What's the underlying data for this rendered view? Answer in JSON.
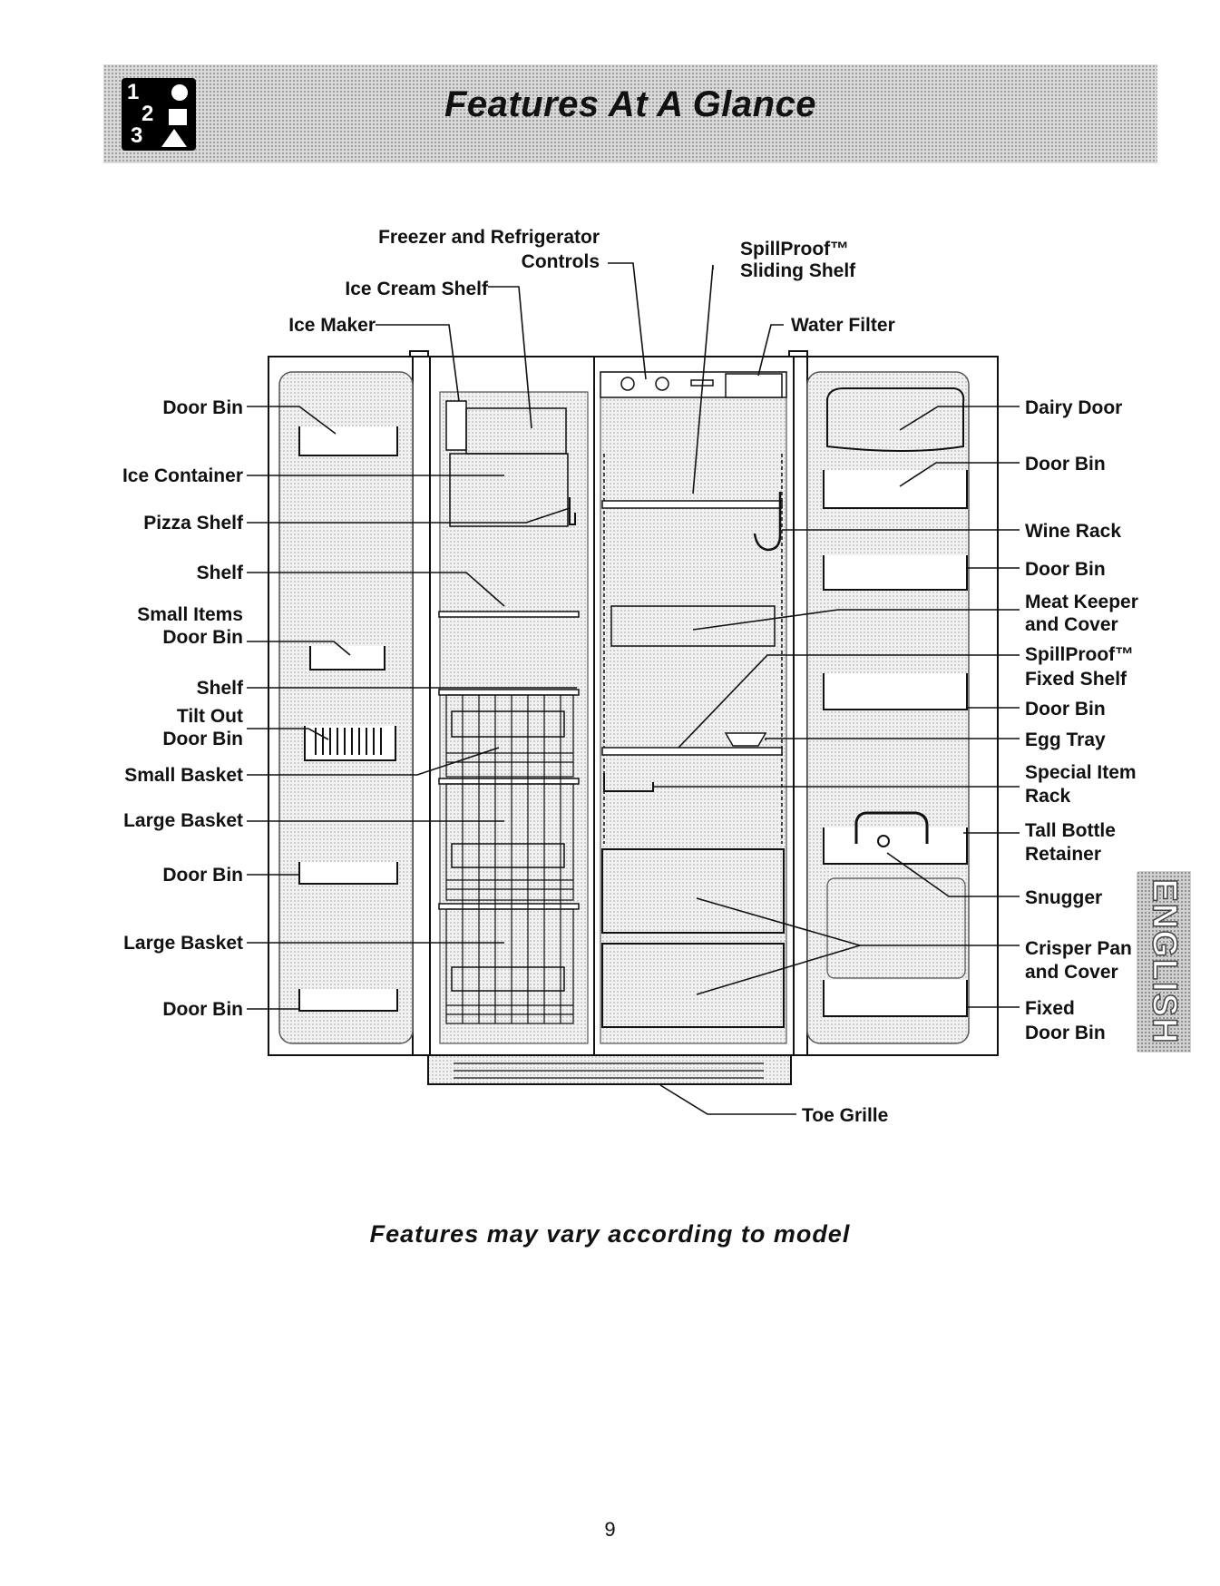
{
  "header": {
    "title": "Features At A Glance",
    "logo": {
      "icon": "steps-123-icon",
      "glyphs": [
        "1",
        "2",
        "3"
      ]
    }
  },
  "labels": {
    "freezer_controls_line1": "Freezer and Refrigerator",
    "freezer_controls_line2": "Controls",
    "spillproof_sliding_line1": "SpillProof™",
    "spillproof_sliding_line2": "Sliding Shelf",
    "ice_cream_shelf": "Ice Cream Shelf",
    "ice_maker": "Ice Maker",
    "water_filter": "Water Filter",
    "left": {
      "door_bin_1": "Door Bin",
      "ice_container": "Ice Container",
      "pizza_shelf": "Pizza Shelf",
      "shelf_1": "Shelf",
      "small_items_line1": "Small Items",
      "small_items_line2": "Door Bin",
      "shelf_2": "Shelf",
      "tilt_out_line1": "Tilt Out",
      "tilt_out_line2": "Door Bin",
      "small_basket": "Small Basket",
      "large_basket_1": "Large Basket",
      "door_bin_2": "Door Bin",
      "large_basket_2": "Large Basket",
      "door_bin_3": "Door Bin"
    },
    "right": {
      "dairy_door": "Dairy Door",
      "door_bin_1": "Door Bin",
      "wine_rack": "Wine Rack",
      "door_bin_2": "Door Bin",
      "meat_keeper_line1": "Meat Keeper",
      "meat_keeper_line2": "and Cover",
      "spillproof_fixed_line1": "SpillProof™",
      "spillproof_fixed_line2": "Fixed Shelf",
      "door_bin_3": "Door Bin",
      "egg_tray": "Egg Tray",
      "special_item_line1": "Special Item",
      "special_item_line2": "Rack",
      "tall_bottle_line1": "Tall Bottle",
      "tall_bottle_line2": "Retainer",
      "snugger": "Snugger",
      "crisper_line1": "Crisper Pan",
      "crisper_line2": "and Cover",
      "fixed_bin_line1": "Fixed",
      "fixed_bin_line2": "Door Bin"
    },
    "toe_grille": "Toe Grille"
  },
  "side_tab": {
    "text": "ENGLISH"
  },
  "footnote": "Features may vary according to model",
  "page_number": "9",
  "colors": {
    "banner": "#d9d9d9",
    "ink": "#111111",
    "shade": "#e6e6e6"
  }
}
